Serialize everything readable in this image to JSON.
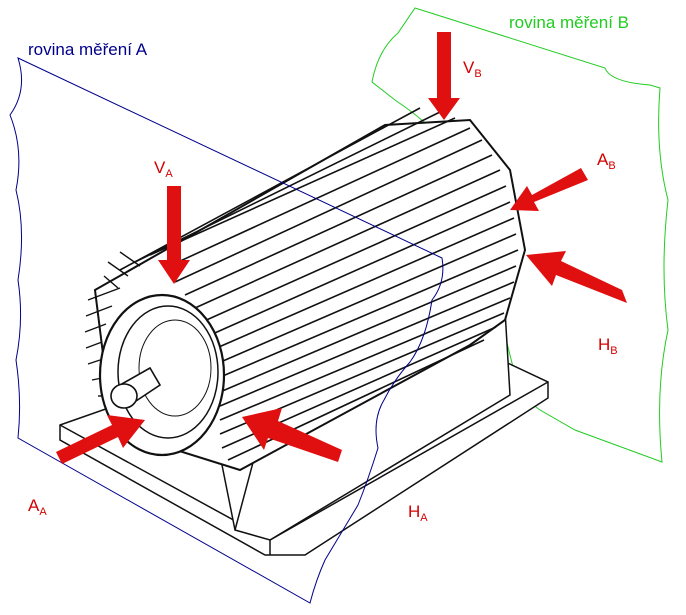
{
  "colors": {
    "plane_a": "#00008b",
    "plane_b": "#22cc22",
    "arrow": "#e01010",
    "label": "#d40000",
    "outline": "#111111"
  },
  "planes": {
    "a": {
      "title": "rovina měření A"
    },
    "b": {
      "title": "rovina měření B"
    }
  },
  "labels": {
    "va": {
      "main": "V",
      "sub": "A"
    },
    "vb": {
      "main": "V",
      "sub": "B"
    },
    "ab": {
      "main": "A",
      "sub": "B"
    },
    "hb": {
      "main": "H",
      "sub": "B"
    },
    "aa": {
      "main": "A",
      "sub": "A"
    },
    "ha": {
      "main": "H",
      "sub": "A"
    }
  }
}
